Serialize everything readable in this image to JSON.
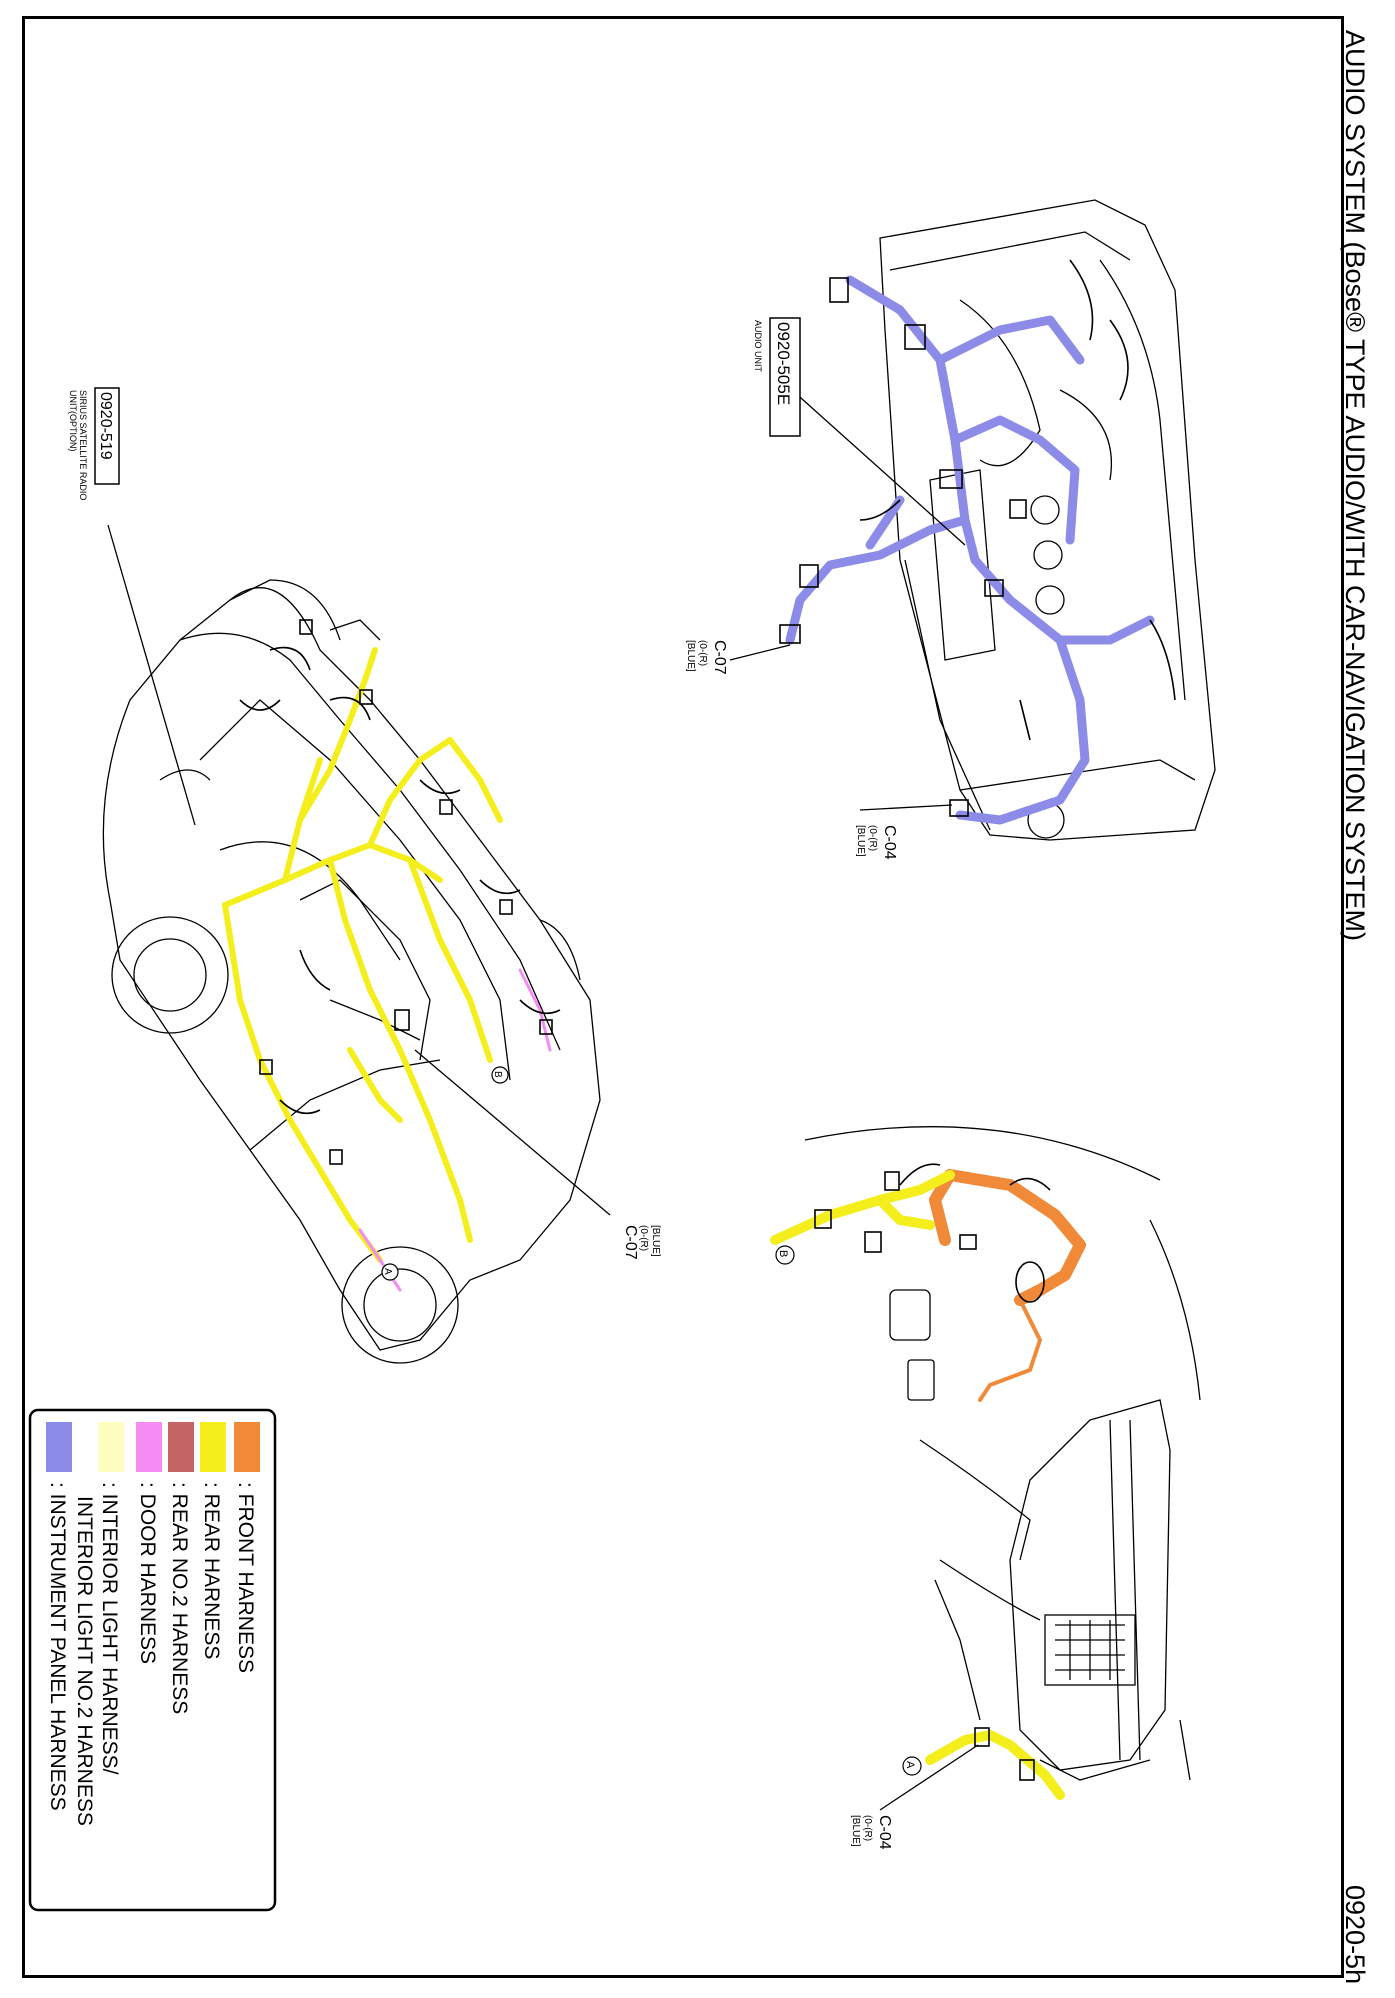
{
  "header": {
    "title": "AUDIO SYSTEM (Bose® TYPE AUDIO/WITH CAR-NAVIGATION SYSTEM)",
    "page_code": "0920-5h"
  },
  "callouts": {
    "audio_unit": {
      "code": "0920-505E",
      "label": "AUDIO UNIT"
    },
    "sirius": {
      "code": "0920-519",
      "label1": "SIRIUS SATELLITE RADIO",
      "label2": "UNIT(OPTION)"
    }
  },
  "connectors": {
    "c07_dash": {
      "name": "C-07",
      "spec": "(0-(R)",
      "color": "[BLUE]"
    },
    "c04_dash": {
      "name": "C-04",
      "spec": "(0-(R)",
      "color": "[BLUE]"
    },
    "c07_car": {
      "name": "C-07",
      "spec": "(0-(R)",
      "color": "[BLUE]"
    },
    "c04_front": {
      "name": "C-04",
      "spec": "(0-(R)",
      "color": "[BLUE]"
    }
  },
  "markers": {
    "a": "A",
    "b": "B"
  },
  "legend": {
    "items": [
      {
        "label": ": FRONT HARNESS",
        "color": "#f08a38"
      },
      {
        "label": ": REAR HARNESS",
        "color": "#f4ee1c"
      },
      {
        "label": ": REAR NO.2 HARNESS",
        "color": "#c56464"
      },
      {
        "label": ": DOOR HARNESS",
        "color": "#f48cf4"
      },
      {
        "label": ": INTERIOR LIGHT HARNESS/",
        "label2": "INTERIOR LIGHT NO.2 HARNESS",
        "color": "#fefec0"
      },
      {
        "label": ": INSTRUMENT PANEL HARNESS",
        "color": "#8c8ce8"
      }
    ]
  },
  "colors": {
    "front": "#f08a38",
    "rear": "#f4ee1c",
    "panel": "#8c8ce8",
    "door": "#f48cf4",
    "outline": "#000000"
  }
}
